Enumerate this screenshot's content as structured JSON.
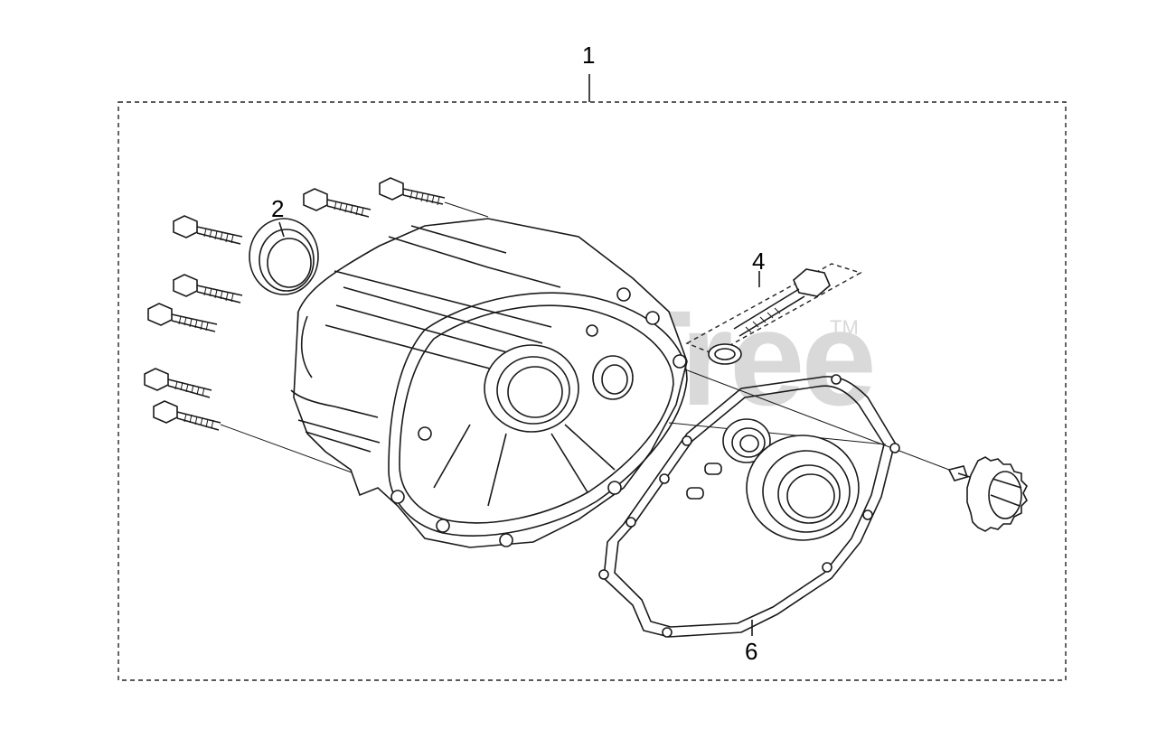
{
  "diagram": {
    "watermark": "PartsTree",
    "watermark_mark": "TM",
    "callouts": [
      {
        "id": "1",
        "label": "1"
      },
      {
        "id": "2",
        "label": "2"
      },
      {
        "id": "4",
        "label": "4"
      },
      {
        "id": "6",
        "label": "6"
      }
    ]
  }
}
